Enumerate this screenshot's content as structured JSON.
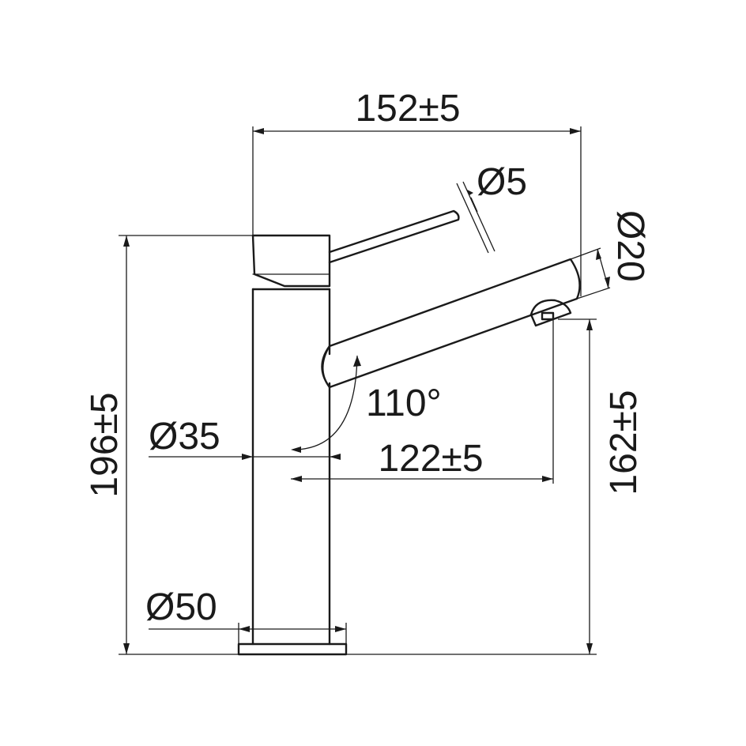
{
  "drawing": {
    "dimensions": {
      "overall_width": "152±5",
      "lever_diameter": "Ø5",
      "spout_diameter": "Ø20",
      "body_diameter": "Ø35",
      "rotation_angle": "110°",
      "spout_reach": "122±5",
      "overall_height": "196±5",
      "spout_height": "162±5",
      "base_diameter": "Ø50"
    },
    "colors": {
      "line": "#1a1a1a",
      "background": "#ffffff"
    }
  }
}
